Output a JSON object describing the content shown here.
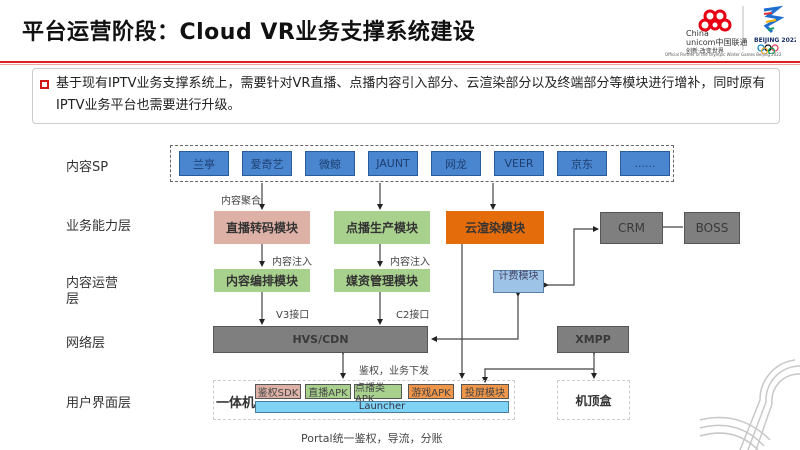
{
  "header": {
    "title": "平台运营阶段：Cloud VR业务支撑系统建设",
    "logo": {
      "brand_line1": "China",
      "brand_line2": "unicom中国联通",
      "slogan": "创新·改变世界",
      "games": "BEIJING 2022",
      "partner_text": "Official Partner of the Olympic Winter Games Beijing 2022"
    }
  },
  "description": "基于现有IPTV业务支撑系统上，需要针对VR直播、点播内容引入部分、云渲染部分以及终端部分等模块进行增补，同时原有IPTV业务平台也需要进行升级。",
  "layers": [
    "内容SP",
    "业务能力层",
    "内容运营层",
    "网络层",
    "用户界面层"
  ],
  "content_sp": [
    "兰亭",
    "爱奇艺",
    "微鲸",
    "JAUNT",
    "网龙",
    "VEER",
    "京东",
    "......"
  ],
  "modules": {
    "live_transcode": "直播转码模块",
    "vod_production": "点播生产模块",
    "cloud_render": "云渲染模块",
    "content_arrange": "内容编排模块",
    "media_mgmt": "媒资管理模块",
    "billing": "计费模块",
    "crm": "CRM",
    "boss": "BOSS",
    "hvs_cdn": "HVS/CDN",
    "xmpp": "XMPP",
    "all_in_one": "一体机",
    "stb": "机顶盒",
    "launcher": "Launcher"
  },
  "apps": [
    "鉴权SDK",
    "直播APK",
    "点播类APK",
    "游戏APK",
    "投屏模块"
  ],
  "labels": {
    "aggregate": "内容聚合",
    "inject1": "内容注入",
    "inject2": "内容注入",
    "v3": "V3接口",
    "c2": "C2接口",
    "auth_dispatch": "鉴权，业务下发",
    "portal": "Portal统一鉴权，导流，分账"
  },
  "colors": {
    "accent_red": "#e02020",
    "sp_blue": "#4a86d0",
    "live_pink": "#deb1a6",
    "green": "#a9d18e",
    "orange": "#e46c0a",
    "light_blue": "#9dc3e6",
    "gray": "#7f7f7f",
    "launcher": "#7fd3f5"
  }
}
